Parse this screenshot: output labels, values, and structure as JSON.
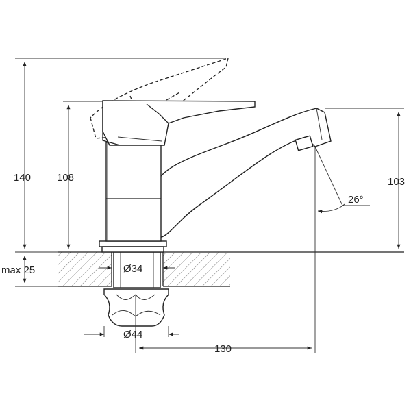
{
  "dimensions": {
    "total_height": "140",
    "body_height": "108",
    "spout_height": "103",
    "max_thickness": "max 25",
    "hole_diameter": "Ø34",
    "nut_diameter": "Ø44",
    "spout_reach": "130",
    "spout_angle": "26°"
  }
}
